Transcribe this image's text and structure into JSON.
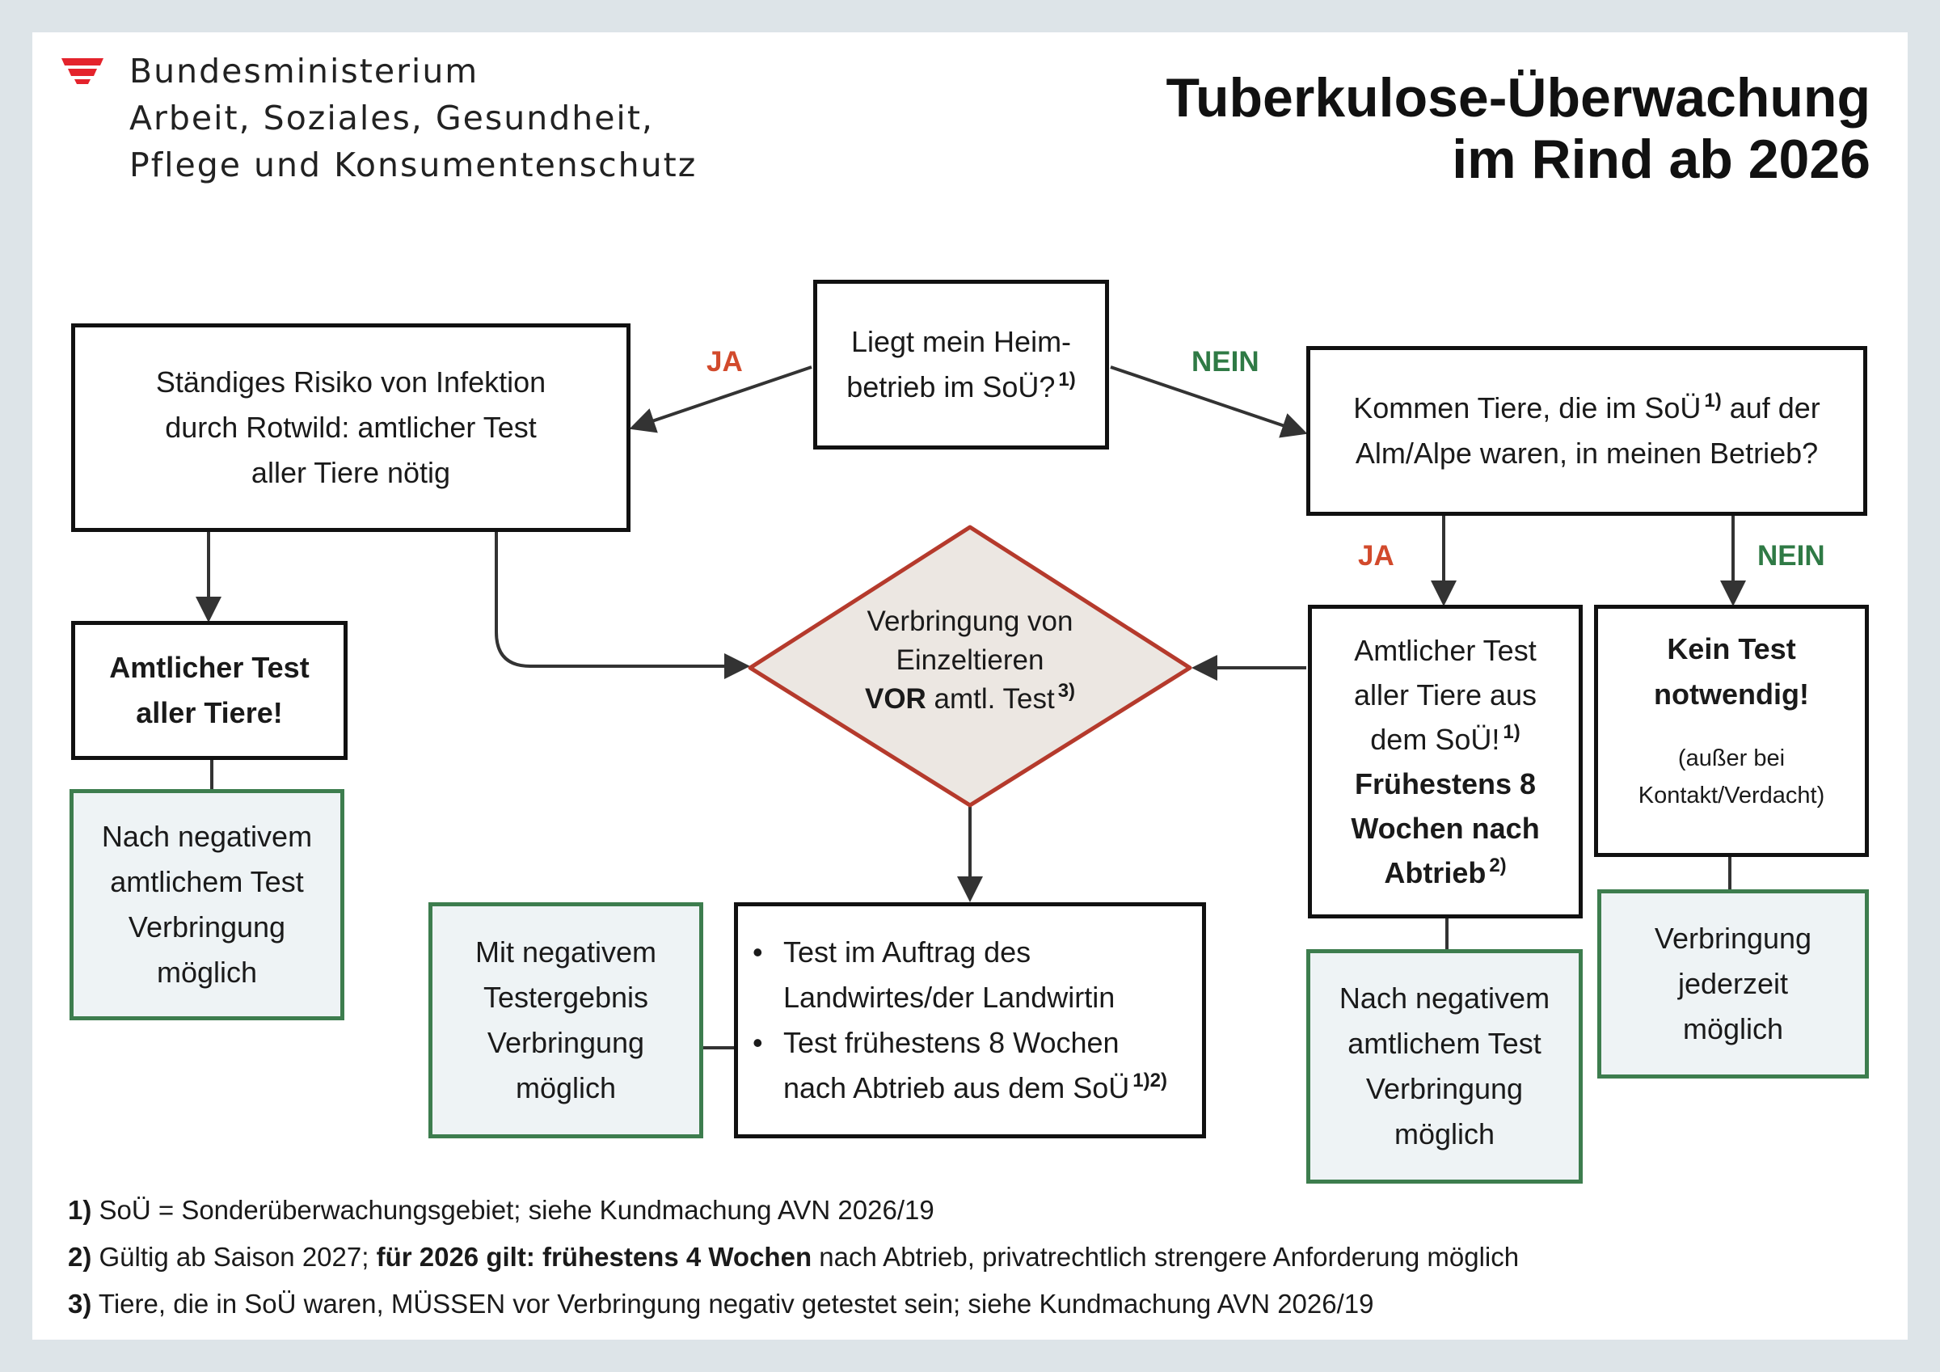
{
  "header": {
    "ministry_lines": [
      "Bundesministerium",
      "Arbeit, Soziales, Gesundheit,",
      "Pflege und Konsumentenschutz"
    ],
    "title_lines": [
      "Tuberkulose-Überwachung",
      "im Rind ab 2026"
    ]
  },
  "colors": {
    "austria_red": "#e4232c",
    "box_border": "#111111",
    "green_border": "#3d7d4e",
    "green_fill": "#eef3f5",
    "diamond_fill": "#ece7e2",
    "diamond_border": "#b53a2c",
    "label_ja": "#d24a2c",
    "label_nein": "#2f7a45"
  },
  "labels": {
    "ja": "JA",
    "nein": "NEIN"
  },
  "nodes": {
    "question_home": {
      "lines": [
        "Liegt mein Heim-",
        "betrieb im SoÜ?"
      ],
      "sup": "1)"
    },
    "risk_rotwild": {
      "lines": [
        "Ständiges Risiko von Infektion",
        "durch Rotwild: amtlicher Test",
        "aller Tiere nötig"
      ]
    },
    "question_alm": {
      "line1": "Kommen Tiere, die im SoÜ",
      "sup": "1)",
      "line1_end": " auf der",
      "line2": "Alm/Alpe waren, in meinen Betrieb?"
    },
    "test_all_left": {
      "lines": [
        "Amtlicher Test",
        "aller Tiere!"
      ]
    },
    "after_negative_left": {
      "lines": [
        "Nach negativem",
        "amtlichem Test",
        "Verbringung",
        "möglich"
      ]
    },
    "diamond": {
      "line1": "Verbringung von",
      "line2": "Einzeltieren",
      "line3_bold": "VOR",
      "line3_rest": " amtl. Test",
      "sup": "3)"
    },
    "test_farmer": {
      "items": [
        {
          "lines": [
            "Test im Auftrag des",
            "Landwirtes/der Landwirtin"
          ]
        },
        {
          "lines": [
            "Test frühestens 8 Wochen",
            "nach Abtrieb aus dem SoÜ"
          ],
          "sup": "1)2)"
        }
      ]
    },
    "negative_result": {
      "lines": [
        "Mit negativem",
        "Testergebnis",
        "Verbringung",
        "möglich"
      ]
    },
    "test_all_sou": {
      "lines": [
        "Amtlicher Test",
        "aller Tiere aus",
        "dem SoÜ!"
      ],
      "sup1": "1)",
      "bold_lines": [
        "Frühestens 8",
        "Wochen nach",
        "Abtrieb"
      ],
      "sup2": "2)"
    },
    "after_negative_right": {
      "lines": [
        "Nach negativem",
        "amtlichem Test",
        "Verbringung",
        "möglich"
      ]
    },
    "no_test": {
      "bold_lines": [
        "Kein Test",
        "notwendig!"
      ],
      "small_lines": [
        "(außer bei",
        "Kontakt/Verdacht)"
      ]
    },
    "anytime": {
      "lines": [
        "Verbringung",
        "jederzeit",
        "möglich"
      ]
    }
  },
  "footnotes": [
    {
      "num": "1)",
      "parts": [
        {
          "text": " SoÜ = Sonderüberwachungsgebiet; siehe Kundmachung AVN 2026/19",
          "bold": false
        }
      ]
    },
    {
      "num": "2)",
      "parts": [
        {
          "text": " Gültig ab Saison 2027; ",
          "bold": false
        },
        {
          "text": "für 2026 gilt: frühestens 4 Wochen",
          "bold": true
        },
        {
          "text": " nach Abtrieb, privatrechtlich strengere Anforderung möglich",
          "bold": false
        }
      ]
    },
    {
      "num": "3)",
      "parts": [
        {
          "text": " Tiere, die in SoÜ waren, MÜSSEN vor Verbringung negativ getestet sein; siehe Kundmachung AVN 2026/19",
          "bold": false
        }
      ]
    }
  ]
}
